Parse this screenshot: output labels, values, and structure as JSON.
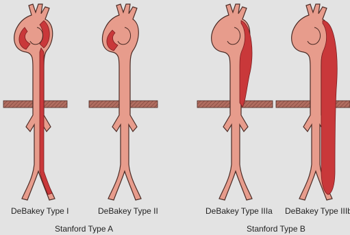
{
  "labels": {
    "type_1": "DeBakey Type I",
    "type_2": "DeBakey Type II",
    "type_3a": "DeBakey Type IIIa",
    "type_3b": "DeBakey Type IIIb",
    "group_a": "Stanford Type A",
    "group_b": "Stanford Type B"
  },
  "colors": {
    "background": "#e3e3e3",
    "vessel_fill": "#e79c8c",
    "vessel_light": "#f2b8aa",
    "vessel_outline": "#4a2a24",
    "dissection_fill": "#c9383a",
    "dissection_dark": "#a32226",
    "crossing_vessel": "#b06d60"
  },
  "icons": [
    "aorta-diagram"
  ]
}
